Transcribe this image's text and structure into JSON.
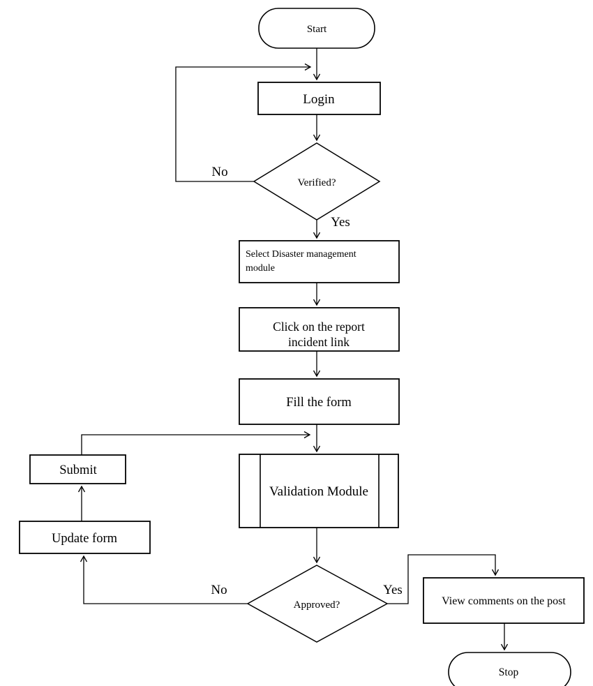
{
  "nodes": {
    "start": {
      "type": "terminator",
      "label": "Start"
    },
    "login": {
      "type": "process",
      "label": "Login"
    },
    "verified": {
      "type": "decision",
      "label": "Verified?"
    },
    "select_module": {
      "type": "process",
      "line1": "Select Disaster management",
      "line2": "module"
    },
    "click_report": {
      "type": "process",
      "line1": "Click on the report",
      "line2": "incident link"
    },
    "fill_form": {
      "type": "process",
      "label": "Fill the form"
    },
    "validation": {
      "type": "predefined-process",
      "label": "Validation Module"
    },
    "approved": {
      "type": "decision",
      "label": "Approved?"
    },
    "submit": {
      "type": "process",
      "label": "Submit"
    },
    "update_form": {
      "type": "process",
      "label": "Update form"
    },
    "view_comments": {
      "type": "process",
      "label": "View comments on the post"
    },
    "stop": {
      "type": "terminator",
      "label": "Stop"
    }
  },
  "edge_labels": {
    "verified_no": "No",
    "verified_yes": "Yes",
    "approved_no": "No",
    "approved_yes": "Yes"
  },
  "colors": {
    "stroke": "#000000",
    "text": "#000000",
    "background": "#ffffff"
  }
}
